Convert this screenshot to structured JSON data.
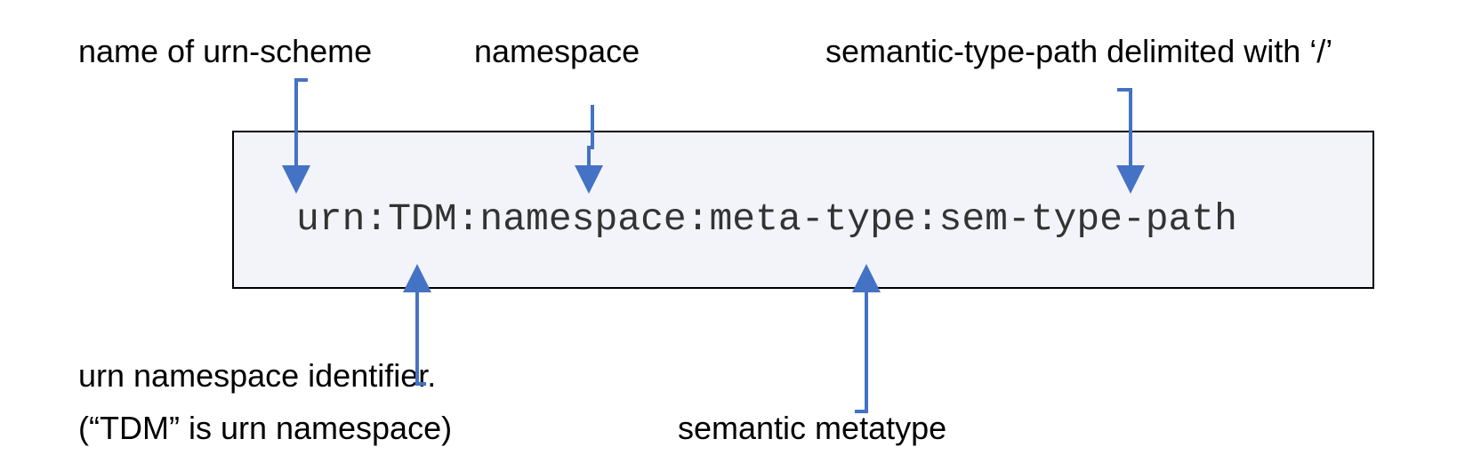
{
  "urn_string": "urn:TDM:namespace:meta-type:sem-type-path",
  "labels": {
    "scheme_name": "name of urn-scheme",
    "namespace": "namespace",
    "sem_type_path": "semantic-type-path delimited with ‘/’",
    "nid_line1": "urn namespace identifier.",
    "nid_line2": "(“TDM” is urn namespace)",
    "metatype": "semantic metatype"
  },
  "colors": {
    "arrow": "#4472C4",
    "box_fill": "#F2F4F9",
    "box_border": "#000000"
  }
}
